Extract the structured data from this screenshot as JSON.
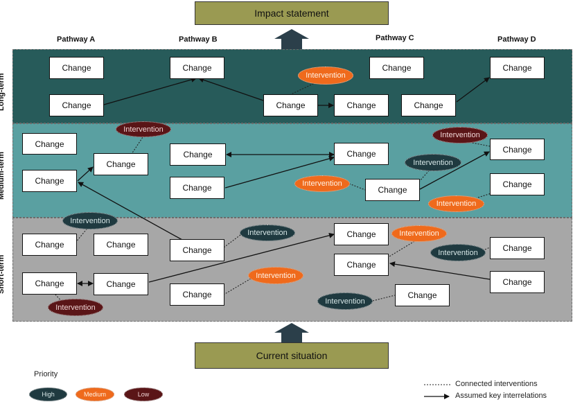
{
  "impact_label": "Impact statement",
  "current_label": "Current situation",
  "pathways": [
    "Pathway A",
    "Pathway B",
    "Pathway C",
    "Pathway D"
  ],
  "bands": [
    "Long-term",
    "Medium-term",
    "Short-term"
  ],
  "change_label": "Change",
  "intervention_label": "Intervention",
  "legend": {
    "priority_title": "Priority",
    "high": "High",
    "medium": "Medium",
    "low": "Low",
    "connected": "Connected interventions",
    "assumed": "Assumed key interrelations"
  },
  "colors": {
    "long_band": "#275b5a",
    "medium_band": "#5aa0a1",
    "short_band": "#a7a7a7",
    "banner": "#9a9a52",
    "high": "#1f3a40",
    "medium": "#ef6a1c",
    "low": "#5a1517",
    "arrow": "#2b3f4a"
  }
}
